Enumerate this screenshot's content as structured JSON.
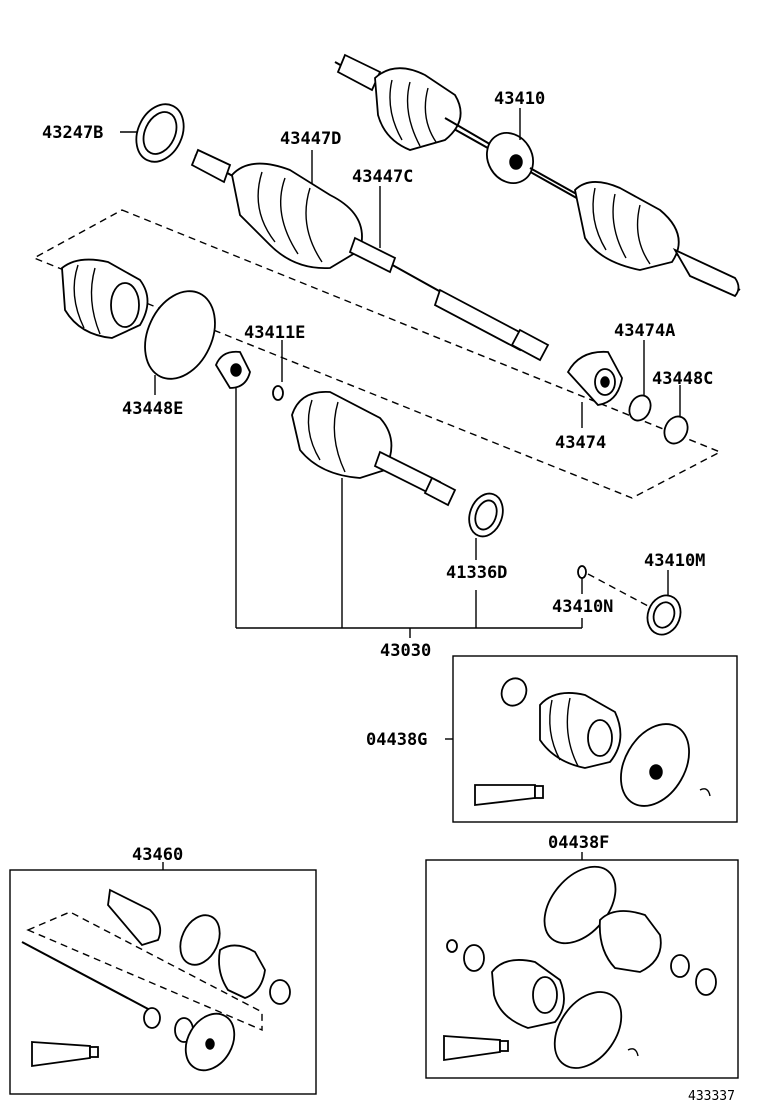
{
  "labels": {
    "p43410": "43410",
    "p43247B": "43247B",
    "p43447D": "43447D",
    "p43447C": "43447C",
    "p43411E": "43411E",
    "p43448E": "43448E",
    "p43474A": "43474A",
    "p43448C": "43448C",
    "p43474": "43474",
    "p41336D": "41336D",
    "p43410M": "43410M",
    "p43410N": "43410N",
    "p43030": "43030",
    "p04438G": "04438G",
    "p43460": "43460",
    "p04438F": "04438F"
  },
  "figure_number": "433337"
}
